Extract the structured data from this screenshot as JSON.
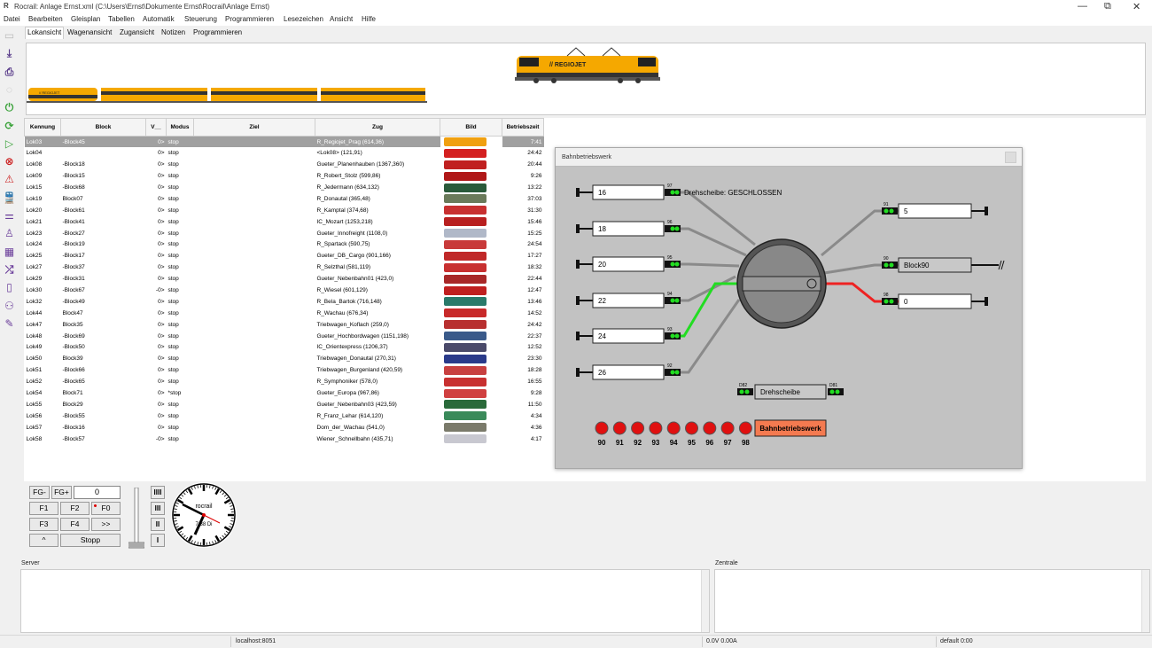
{
  "window": {
    "title": "Rocrail: Anlage Ernst.xml (C:\\Users\\Ernst\\Dokumente Ernst\\Rocrail\\Anlage Ernst)",
    "app_icon": "R",
    "minimize": "—",
    "maximize": "⧉",
    "close": "✕"
  },
  "menu": [
    "Datei",
    "Bearbeiten",
    "Gleisplan",
    "Tabellen",
    "Automatik",
    "Steuerung",
    "Programmieren",
    "Lesezeichen",
    "Ansicht",
    "Hilfe"
  ],
  "tabs": [
    "Lokansicht",
    "Wagenansicht",
    "Zugansicht",
    "Notizen",
    "Programmieren"
  ],
  "toolbar_icons": [
    {
      "name": "open-icon",
      "glyph": "▭",
      "color": "#bbbbbb"
    },
    {
      "name": "download-icon",
      "glyph": "⤓",
      "color": "#5a3d8a"
    },
    {
      "name": "print-icon",
      "glyph": "⎙",
      "color": "#5a3d8a"
    },
    {
      "name": "spinner-icon",
      "glyph": "◌",
      "color": "#bbbbbb"
    },
    {
      "name": "power-icon",
      "glyph": "⏻",
      "color": "#3aa23a"
    },
    {
      "name": "loop-icon",
      "glyph": "⟳",
      "color": "#3aa23a"
    },
    {
      "name": "play-icon",
      "glyph": "▷",
      "color": "#3aa23a"
    },
    {
      "name": "stop-icon",
      "glyph": "⊗",
      "color": "#cc2222"
    },
    {
      "name": "warning-icon",
      "glyph": "⚠",
      "color": "#cc2222"
    },
    {
      "name": "train-icon",
      "glyph": "🚆",
      "color": "#6a3d9a"
    },
    {
      "name": "sliders-icon",
      "glyph": "⚌",
      "color": "#6a3d9a"
    },
    {
      "name": "user-icon",
      "glyph": "♙",
      "color": "#6a3d9a"
    },
    {
      "name": "grid-icon",
      "glyph": "▦",
      "color": "#6a3d9a"
    },
    {
      "name": "shuffle-icon",
      "glyph": "⤮",
      "color": "#6a3d9a"
    },
    {
      "name": "book-icon",
      "glyph": "▯",
      "color": "#6a3d9a"
    },
    {
      "name": "people-icon",
      "glyph": "⚇",
      "color": "#6a3d9a"
    },
    {
      "name": "edit-icon",
      "glyph": "✎",
      "color": "#6a3d9a"
    }
  ],
  "table": {
    "headers": [
      "Kennung",
      "Block",
      "V__",
      "Modus",
      "Ziel",
      "Zug",
      "Bild",
      "Betriebszeit"
    ],
    "rows": [
      {
        "id": "Lok03",
        "block": "-Block45",
        "v": "0>",
        "mode": "stop",
        "ziel": "",
        "zug": "R_Regiojet_Prag (614,36)",
        "time": "7:41",
        "color": "#f0a010"
      },
      {
        "id": "Lok04",
        "block": "",
        "v": "0>",
        "mode": "stop",
        "ziel": "",
        "zug": "<Lok08> (121,91)",
        "time": "24:42",
        "color": "#d42020"
      },
      {
        "id": "Lok08",
        "block": "-Block18",
        "v": "0>",
        "mode": "stop",
        "ziel": "",
        "zug": "Gueter_Planenhauben (1367,360)",
        "time": "20:44",
        "color": "#c02020"
      },
      {
        "id": "Lok09",
        "block": "-Block15",
        "v": "0>",
        "mode": "stop",
        "ziel": "",
        "zug": "R_Robert_Stolz (599,86)",
        "time": "9:26",
        "color": "#b01818"
      },
      {
        "id": "Lok15",
        "block": "-Block68",
        "v": "0>",
        "mode": "stop",
        "ziel": "",
        "zug": "R_Jedermann (634,132)",
        "time": "13:22",
        "color": "#2a5a3a"
      },
      {
        "id": "Lok19",
        "block": "Block07",
        "v": "0>",
        "mode": "stop",
        "ziel": "",
        "zug": "R_Donautal (365,48)",
        "time": "37:03",
        "color": "#6a7a5a"
      },
      {
        "id": "Lok20",
        "block": "-Block61",
        "v": "0>",
        "mode": "stop",
        "ziel": "",
        "zug": "R_Kamptal (374,68)",
        "time": "31:30",
        "color": "#c83030"
      },
      {
        "id": "Lok21",
        "block": "-Block41",
        "v": "0>",
        "mode": "stop",
        "ziel": "",
        "zug": "IC_Mozart (1253,218)",
        "time": "15:46",
        "color": "#b82020"
      },
      {
        "id": "Lok23",
        "block": "-Block27",
        "v": "0>",
        "mode": "stop",
        "ziel": "",
        "zug": "Gueter_Innofreight (1108,0)",
        "time": "15:25",
        "color": "#b0b8c8"
      },
      {
        "id": "Lok24",
        "block": "-Block19",
        "v": "0>",
        "mode": "stop",
        "ziel": "",
        "zug": "R_Spartack (590,75)",
        "time": "24:54",
        "color": "#c83a3a"
      },
      {
        "id": "Lok25",
        "block": "-Block17",
        "v": "0>",
        "mode": "stop",
        "ziel": "",
        "zug": "Gueter_DB_Cargo (901,166)",
        "time": "17:27",
        "color": "#c02828"
      },
      {
        "id": "Lok27",
        "block": "-Block37",
        "v": "0>",
        "mode": "stop",
        "ziel": "",
        "zug": "R_Selzthal (581,119)",
        "time": "18:32",
        "color": "#c83030"
      },
      {
        "id": "Lok29",
        "block": "-Block31",
        "v": "0>",
        "mode": "stop",
        "ziel": "",
        "zug": "Gueter_Nebenbahn01 (423,0)",
        "time": "22:44",
        "color": "#a82828"
      },
      {
        "id": "Lok30",
        "block": "-Block67",
        "v": "-0>",
        "mode": "stop",
        "ziel": "",
        "zug": "R_Wiesel (601,129)",
        "time": "12:47",
        "color": "#c02020"
      },
      {
        "id": "Lok32",
        "block": "-Block49",
        "v": "0>",
        "mode": "stop",
        "ziel": "",
        "zug": "R_Bela_Bartok (716,148)",
        "time": "13:46",
        "color": "#2a7a6a"
      },
      {
        "id": "Lok44",
        "block": "Block47",
        "v": "0>",
        "mode": "stop",
        "ziel": "",
        "zug": "R_Wachau (676,34)",
        "time": "14:52",
        "color": "#c82a2a"
      },
      {
        "id": "Lok47",
        "block": "Block35",
        "v": "0>",
        "mode": "stop",
        "ziel": "",
        "zug": "Triebwagen_Koflach (259,0)",
        "time": "24:42",
        "color": "#b83030"
      },
      {
        "id": "Lok48",
        "block": "-Block69",
        "v": "0>",
        "mode": "stop",
        "ziel": "",
        "zug": "Gueter_Hochbordwagen (1151,198)",
        "time": "22:37",
        "color": "#3a5a8a"
      },
      {
        "id": "Lok49",
        "block": "-Block50",
        "v": "0>",
        "mode": "stop",
        "ziel": "",
        "zug": "IC_Orientexpress (1206,37)",
        "time": "12:52",
        "color": "#4a4a6a"
      },
      {
        "id": "Lok50",
        "block": "Block39",
        "v": "0>",
        "mode": "stop",
        "ziel": "",
        "zug": "Triebwagen_Donautal (270,31)",
        "time": "23:30",
        "color": "#2a3a8a"
      },
      {
        "id": "Lok51",
        "block": "-Block66",
        "v": "0>",
        "mode": "stop",
        "ziel": "",
        "zug": "Triebwagen_Burgenland (420,59)",
        "time": "18:28",
        "color": "#c84040"
      },
      {
        "id": "Lok52",
        "block": "-Block65",
        "v": "0>",
        "mode": "stop",
        "ziel": "",
        "zug": "R_Symphoniker (578,0)",
        "time": "16:55",
        "color": "#c83030"
      },
      {
        "id": "Lok54",
        "block": "Block71",
        "v": "0>",
        "mode": "*stop",
        "ziel": "",
        "zug": "Gueter_Europa (967,86)",
        "time": "9:28",
        "color": "#d04040"
      },
      {
        "id": "Lok55",
        "block": "Block29",
        "v": "0>",
        "mode": "stop",
        "ziel": "",
        "zug": "Gueter_Nebenbahn03 (423,59)",
        "time": "11:50",
        "color": "#2a6a3a"
      },
      {
        "id": "Lok56",
        "block": "-Block55",
        "v": "0>",
        "mode": "stop",
        "ziel": "",
        "zug": "R_Franz_Lehar (614,120)",
        "time": "4:34",
        "color": "#3a8a5a"
      },
      {
        "id": "Lok57",
        "block": "-Block16",
        "v": "0>",
        "mode": "stop",
        "ziel": "",
        "zug": "Dom_der_Wachau (541,0)",
        "time": "4:36",
        "color": "#7a7a6a"
      },
      {
        "id": "Lok58",
        "block": "-Block57",
        "v": "-0>",
        "mode": "stop",
        "ziel": "",
        "zug": "Wiener_Schnellbahn (435,71)",
        "time": "4:17",
        "color": "#c8c8d0"
      }
    ]
  },
  "locpanel": {
    "main_loco_label": "// REGIOJET",
    "train_label": "// REGIOJET",
    "accent": "#f5a800"
  },
  "bbw": {
    "title": "Bahnbetriebswerk",
    "status_label": "Drehscheibe: GESCHLOSSEN",
    "left_tracks": [
      "16",
      "18",
      "20",
      "22",
      "24",
      "26"
    ],
    "left_ids": [
      "97",
      "96",
      "95",
      "94",
      "93",
      "92"
    ],
    "right_tracks": [
      "5",
      "Block90",
      "0"
    ],
    "right_ids": [
      "91",
      "90",
      "98"
    ],
    "drehscheibe_block": "Drehscheibe",
    "drehscheibe_left_id": "D82",
    "drehscheibe_right_id": "D81",
    "buttons": [
      "90",
      "91",
      "92",
      "93",
      "94",
      "95",
      "96",
      "97",
      "98"
    ],
    "route_button": "Bahnbetriebswerk",
    "active_color": "#22dd22",
    "route_color": "#ee2222"
  },
  "throttle": {
    "fg_minus": "FG-",
    "fg_plus": "FG+",
    "speed": "0",
    "f1": "F1",
    "f2": "F2",
    "f0": "F0",
    "f3": "F3",
    "f4": "F4",
    "more": ">>",
    "up": "^",
    "stopp": "Stopp",
    "gears": [
      "IIII",
      "III",
      "II",
      "I"
    ],
    "clock_brand": "rocrail",
    "clock_time": "7:38 Di"
  },
  "server": {
    "label": "Server"
  },
  "zentrale": {
    "label": "Zentrale"
  },
  "status": {
    "host": "localhost:8051",
    "power": "0.0V 0.00A",
    "default": "default 0:00"
  }
}
